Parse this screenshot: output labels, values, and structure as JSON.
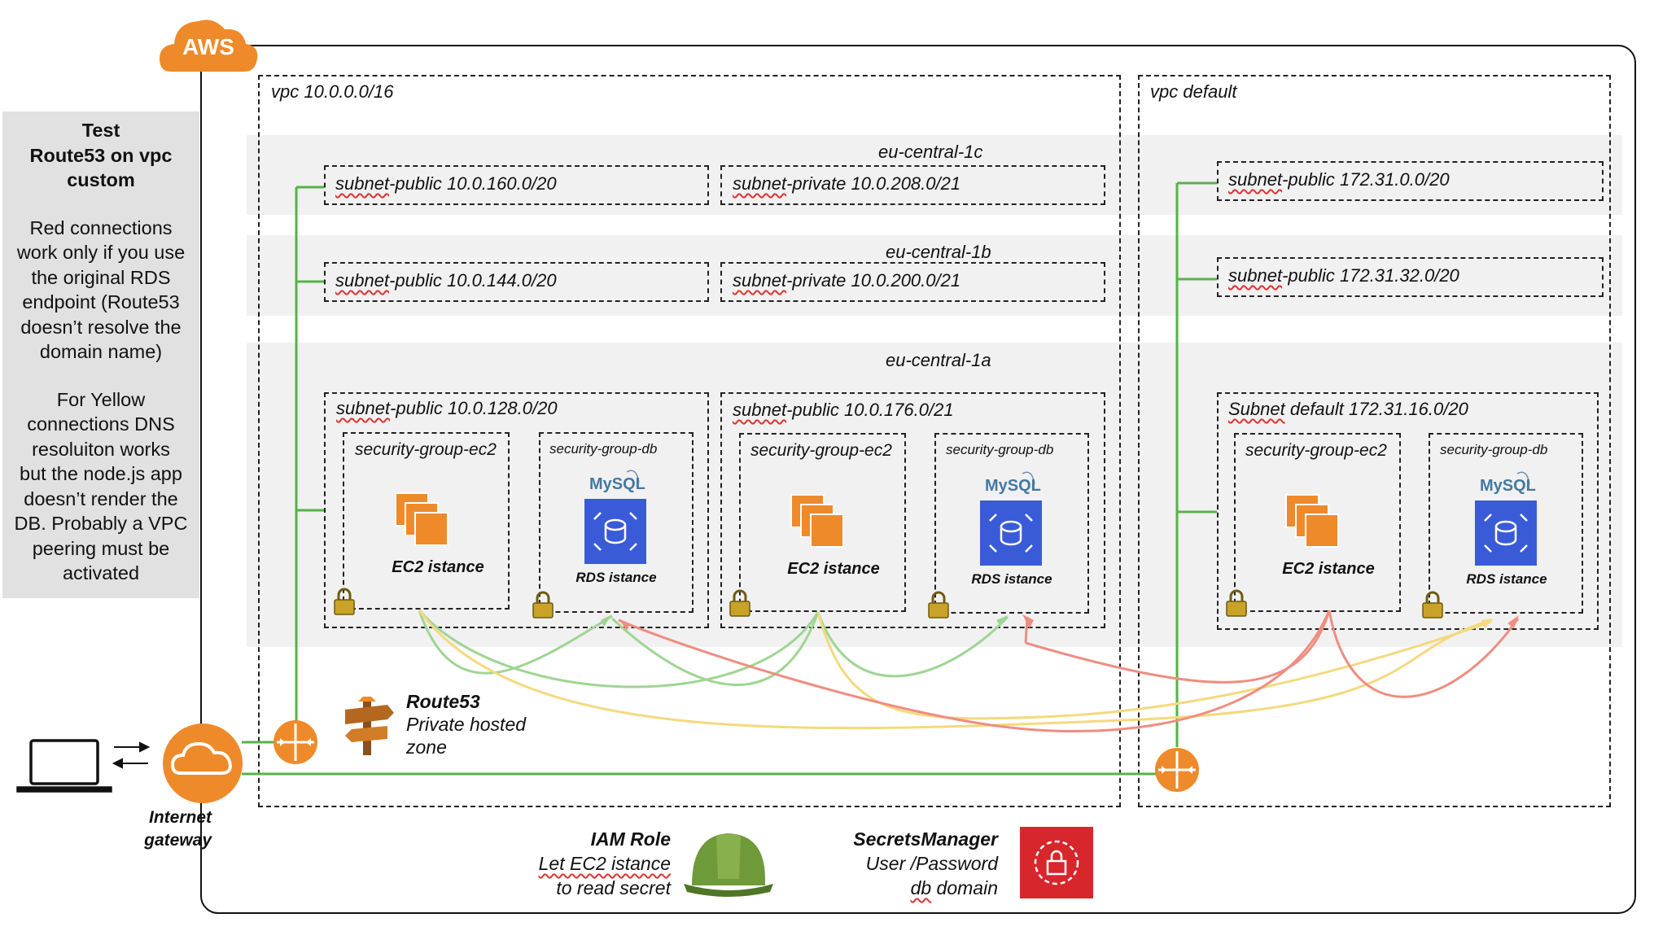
{
  "aws_badge": "AWS",
  "note": {
    "title_lines": [
      "Test",
      "Route53 on vpc",
      "custom"
    ],
    "red_lines": [
      "Red connections",
      "work only if you use",
      "the original RDS",
      "endpoint (Route53",
      "doesn’t resolve the",
      "domain name)"
    ],
    "yellow_lines": [
      "For Yellow",
      "connections DNS",
      "resoluiton works",
      "but the node.js app",
      "doesn’t render the",
      "DB. Probably a VPC",
      "peering must be",
      "activated"
    ]
  },
  "vpc_custom": {
    "label_prefix": "vpc",
    "label_cidr": "10.0.0.0/16",
    "zones": {
      "c": "eu-central-1c",
      "b": "eu-central-1b",
      "a": "eu-central-1a"
    },
    "subnets": {
      "pub_160": {
        "kw": "subnet",
        "rest": "-public 10.0.160.0/20"
      },
      "priv_208": {
        "kw": "subnet",
        "rest": "-private 10.0.208.0/21"
      },
      "pub_144": {
        "kw": "subnet",
        "rest": "-public 10.0.144.0/20"
      },
      "priv_200": {
        "kw": "subnet",
        "rest": "-private 10.0.200.0/21"
      },
      "pub_128": {
        "kw": "subnet",
        "rest": "-public 10.0.128.0/20"
      },
      "pub_176": {
        "kw": "subnet",
        "rest": "-public 10.0.176.0/21"
      }
    }
  },
  "vpc_default": {
    "label_prefix": "vpc",
    "label_name": "default",
    "subnets": {
      "pub_0": {
        "kw": "subnet",
        "rest": "-public 172.31.0.0/20"
      },
      "pub_32": {
        "kw": "subnet",
        "rest": "-public 172.31.32.0/20"
      },
      "default_16": {
        "kw": "Subnet",
        "rest": " default 172.31.16.0/20"
      }
    }
  },
  "security_groups": {
    "ec2": "security-group-ec2",
    "db": "security-group-db"
  },
  "resources": {
    "ec2": "EC2 istance",
    "rds": "RDS istance",
    "mysql": "MySQL"
  },
  "route53": {
    "title": "Route53",
    "line1": "Private hosted",
    "line2": "zone"
  },
  "internet_gateway": {
    "line1": "Internet",
    "line2": "gateway"
  },
  "iam": {
    "title": "IAM Role",
    "line1": "Let EC2 istance",
    "line2": "to read secret"
  },
  "secrets": {
    "title": "SecretsManager",
    "line1": "User /Password",
    "line2_kw": "db",
    "line2_rest": " domain"
  },
  "colors": {
    "green": "#55b346",
    "red": "#ee7a6c",
    "yellow": "#f3d36c",
    "orange": "#ef8a2a",
    "rds_blue": "#3a5bd8",
    "secrets_red": "#d7262c"
  }
}
